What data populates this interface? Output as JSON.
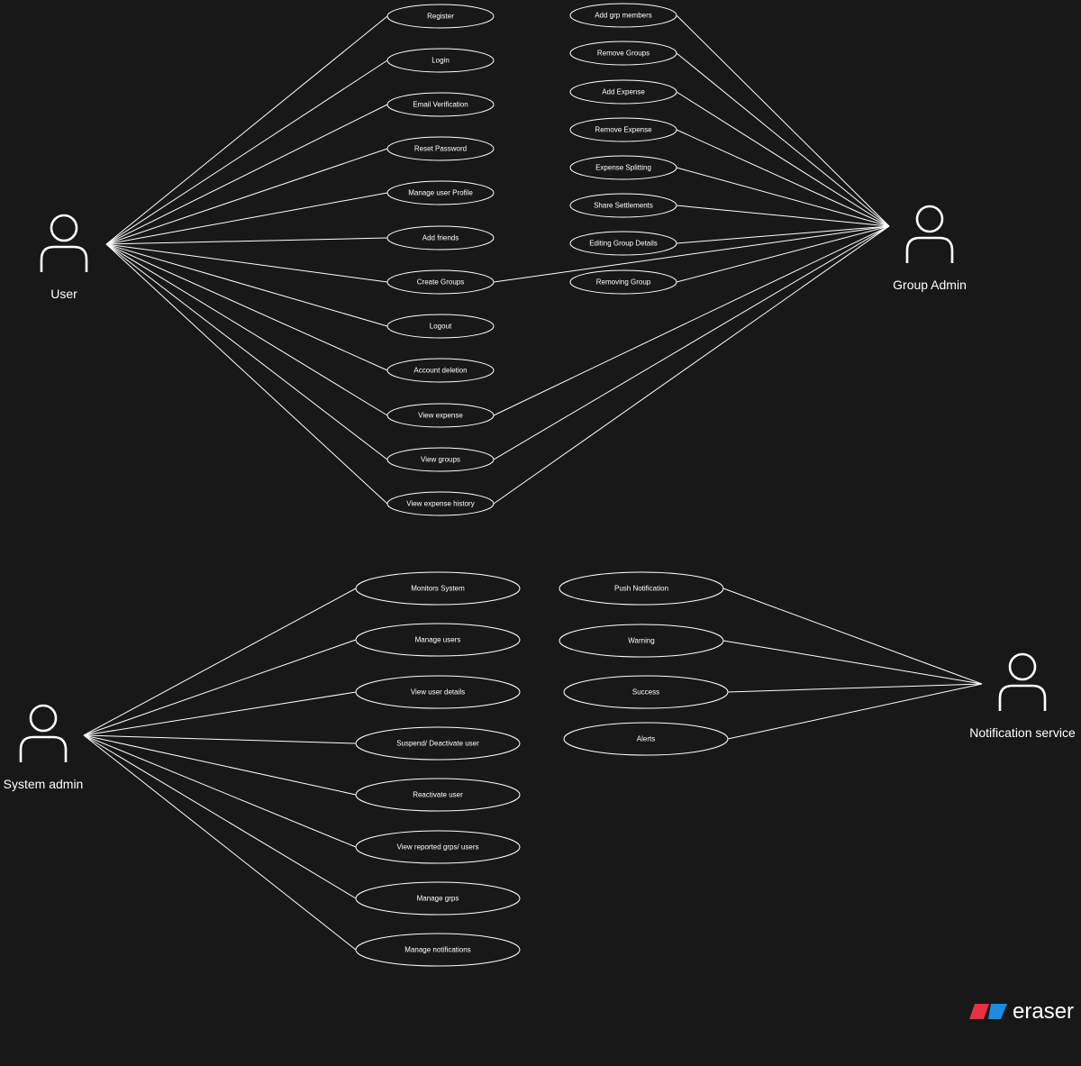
{
  "actors": [
    {
      "id": "user",
      "name": "User"
    },
    {
      "id": "group_admin",
      "name": "Group Admin"
    },
    {
      "id": "system_admin",
      "name": "System admin"
    },
    {
      "id": "notification_service",
      "name": "Notification service"
    }
  ],
  "use_cases": [
    {
      "id": "register",
      "label": "Register"
    },
    {
      "id": "login",
      "label": "Login"
    },
    {
      "id": "email_verification",
      "label": "Email Verification"
    },
    {
      "id": "reset_password",
      "label": "Reset Password"
    },
    {
      "id": "manage_user_profile",
      "label": "Manage user Profile"
    },
    {
      "id": "add_friends",
      "label": "Add friends"
    },
    {
      "id": "create_groups",
      "label": "Create Groups"
    },
    {
      "id": "logout",
      "label": "Logout"
    },
    {
      "id": "account_deletion",
      "label": "Account deletion"
    },
    {
      "id": "view_expense",
      "label": "View expense"
    },
    {
      "id": "view_groups",
      "label": "View groups"
    },
    {
      "id": "view_expense_history",
      "label": "View expense history"
    },
    {
      "id": "add_grp_members",
      "label": "Add grp members"
    },
    {
      "id": "remove_groups",
      "label": "Remove Groups"
    },
    {
      "id": "add_expense",
      "label": "Add Expense"
    },
    {
      "id": "remove_expense",
      "label": "Remove Expense"
    },
    {
      "id": "expense_splitting",
      "label": "Expense Splitting"
    },
    {
      "id": "share_settlements",
      "label": "Share Settlements"
    },
    {
      "id": "editing_group_details",
      "label": "Editing Group Details"
    },
    {
      "id": "removing_group",
      "label": "Removing Group"
    },
    {
      "id": "monitors_system",
      "label": "Monitors System"
    },
    {
      "id": "manage_users",
      "label": "Manage users"
    },
    {
      "id": "view_user_details",
      "label": "View user details"
    },
    {
      "id": "suspend_deactivate_user",
      "label": "Suspend/ Deactivate user"
    },
    {
      "id": "reactivate_user",
      "label": "Reactivate user"
    },
    {
      "id": "view_reported",
      "label": "View reported grps/ users"
    },
    {
      "id": "manage_grps",
      "label": "Manage grps"
    },
    {
      "id": "manage_notifications",
      "label": "Manage notifications"
    },
    {
      "id": "push_notification",
      "label": "Push Notification"
    },
    {
      "id": "warning",
      "label": "Warning"
    },
    {
      "id": "success",
      "label": "Success"
    },
    {
      "id": "alerts",
      "label": "Alerts"
    }
  ],
  "associations": [
    {
      "actor": "user",
      "use_case": "register"
    },
    {
      "actor": "user",
      "use_case": "login"
    },
    {
      "actor": "user",
      "use_case": "email_verification"
    },
    {
      "actor": "user",
      "use_case": "reset_password"
    },
    {
      "actor": "user",
      "use_case": "manage_user_profile"
    },
    {
      "actor": "user",
      "use_case": "add_friends"
    },
    {
      "actor": "user",
      "use_case": "create_groups"
    },
    {
      "actor": "user",
      "use_case": "logout"
    },
    {
      "actor": "user",
      "use_case": "account_deletion"
    },
    {
      "actor": "user",
      "use_case": "view_expense"
    },
    {
      "actor": "user",
      "use_case": "view_groups"
    },
    {
      "actor": "user",
      "use_case": "view_expense_history"
    },
    {
      "actor": "group_admin",
      "use_case": "add_grp_members"
    },
    {
      "actor": "group_admin",
      "use_case": "remove_groups"
    },
    {
      "actor": "group_admin",
      "use_case": "add_expense"
    },
    {
      "actor": "group_admin",
      "use_case": "remove_expense"
    },
    {
      "actor": "group_admin",
      "use_case": "expense_splitting"
    },
    {
      "actor": "group_admin",
      "use_case": "share_settlements"
    },
    {
      "actor": "group_admin",
      "use_case": "editing_group_details"
    },
    {
      "actor": "group_admin",
      "use_case": "removing_group"
    },
    {
      "actor": "group_admin",
      "use_case": "create_groups"
    },
    {
      "actor": "group_admin",
      "use_case": "view_expense"
    },
    {
      "actor": "group_admin",
      "use_case": "view_groups"
    },
    {
      "actor": "group_admin",
      "use_case": "view_expense_history"
    },
    {
      "actor": "system_admin",
      "use_case": "monitors_system"
    },
    {
      "actor": "system_admin",
      "use_case": "manage_users"
    },
    {
      "actor": "system_admin",
      "use_case": "view_user_details"
    },
    {
      "actor": "system_admin",
      "use_case": "suspend_deactivate_user"
    },
    {
      "actor": "system_admin",
      "use_case": "reactivate_user"
    },
    {
      "actor": "system_admin",
      "use_case": "view_reported"
    },
    {
      "actor": "system_admin",
      "use_case": "manage_grps"
    },
    {
      "actor": "system_admin",
      "use_case": "manage_notifications"
    },
    {
      "actor": "notification_service",
      "use_case": "push_notification"
    },
    {
      "actor": "notification_service",
      "use_case": "warning"
    },
    {
      "actor": "notification_service",
      "use_case": "success"
    },
    {
      "actor": "notification_service",
      "use_case": "alerts"
    }
  ],
  "branding": {
    "name": "eraser",
    "logo_colors": [
      "#e8303f",
      "#1c8ce0"
    ]
  },
  "colors": {
    "background": "#181818",
    "stroke": "#ffffff",
    "text": "#ffffff"
  }
}
